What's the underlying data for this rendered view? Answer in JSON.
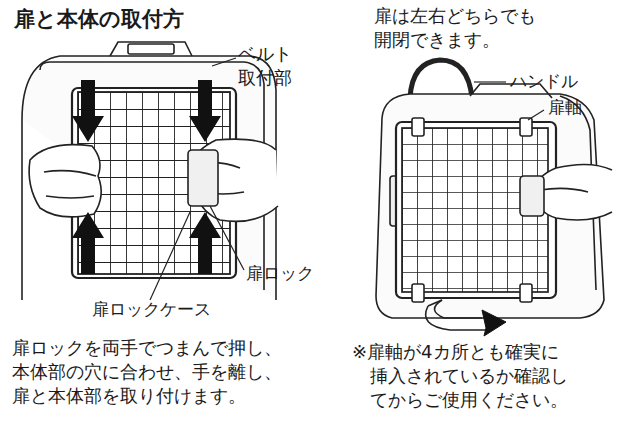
{
  "diagram": {
    "title": "扉と本体の取付方",
    "labels": [
      "ベルト 取付部",
      "扉は左右どちらでも 開閉できます。",
      "ハンドル",
      "扉軸",
      "扉ロック",
      "扉ロックケース",
      "扉ロックを両手でつまんで押し、 本体部の穴に合わせ、手を離し、 扉と本体部を取り付けます。",
      "※扉軸が4カ所とも確実に 挿入されているか確認し てからご使用ください。"
    ]
  }
}
